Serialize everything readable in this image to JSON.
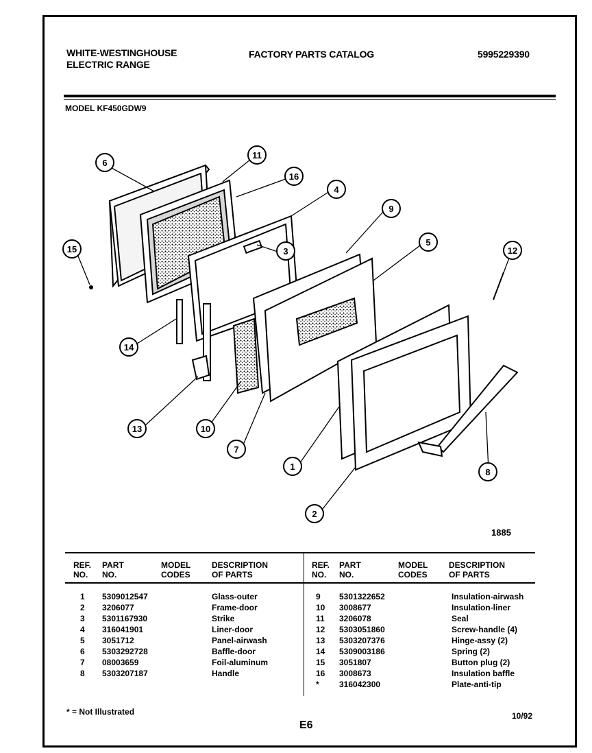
{
  "header": {
    "brand_line1": "WHITE-WESTINGHOUSE",
    "brand_line2": "ELECTRIC RANGE",
    "catalog_title": "FACTORY PARTS CATALOG",
    "catalog_number": "5995229390"
  },
  "model_label": "MODEL KF450GDW9",
  "figure_number": "1885",
  "callouts": [
    "6",
    "11",
    "16",
    "4",
    "9",
    "5",
    "15",
    "3",
    "12",
    "14",
    "13",
    "10",
    "7",
    "1",
    "8",
    "2"
  ],
  "table": {
    "headers": {
      "ref": "REF.",
      "ref2": "NO.",
      "part": "PART",
      "part2": "NO.",
      "model": "MODEL",
      "model2": "CODES",
      "desc": "DESCRIPTION",
      "desc2": "OF PARTS"
    },
    "left_rows": [
      {
        "ref": "1",
        "part": "5309012547",
        "desc": "Glass-outer"
      },
      {
        "ref": "2",
        "part": "3206077",
        "desc": "Frame-door"
      },
      {
        "ref": "3",
        "part": "5301167930",
        "desc": "Strike"
      },
      {
        "ref": "4",
        "part": "316041901",
        "desc": "Liner-door"
      },
      {
        "ref": "5",
        "part": "3051712",
        "desc": "Panel-airwash"
      },
      {
        "ref": "6",
        "part": "5303292728",
        "desc": "Baffle-door"
      },
      {
        "ref": "7",
        "part": "08003659",
        "desc": "Foil-aluminum"
      },
      {
        "ref": "8",
        "part": "5303207187",
        "desc": "Handle"
      }
    ],
    "right_rows": [
      {
        "ref": "9",
        "part": "5301322652",
        "desc": "Insulation-airwash"
      },
      {
        "ref": "10",
        "part": "3008677",
        "desc": "Insulation-liner"
      },
      {
        "ref": "11",
        "part": "3206078",
        "desc": "Seal"
      },
      {
        "ref": "12",
        "part": "5303051860",
        "desc": "Screw-handle (4)"
      },
      {
        "ref": "13",
        "part": "5303207376",
        "desc": "Hinge-assy (2)"
      },
      {
        "ref": "14",
        "part": "5309003186",
        "desc": "Spring (2)"
      },
      {
        "ref": "15",
        "part": "3051807",
        "desc": "Button plug (2)"
      },
      {
        "ref": "16",
        "part": "3008673",
        "desc": "Insulation baffle"
      },
      {
        "ref": "*",
        "part": "316042300",
        "desc": "Plate-anti-tip"
      }
    ]
  },
  "footer": {
    "note": "* = Not Illustrated",
    "page": "E6",
    "date": "10/92"
  }
}
